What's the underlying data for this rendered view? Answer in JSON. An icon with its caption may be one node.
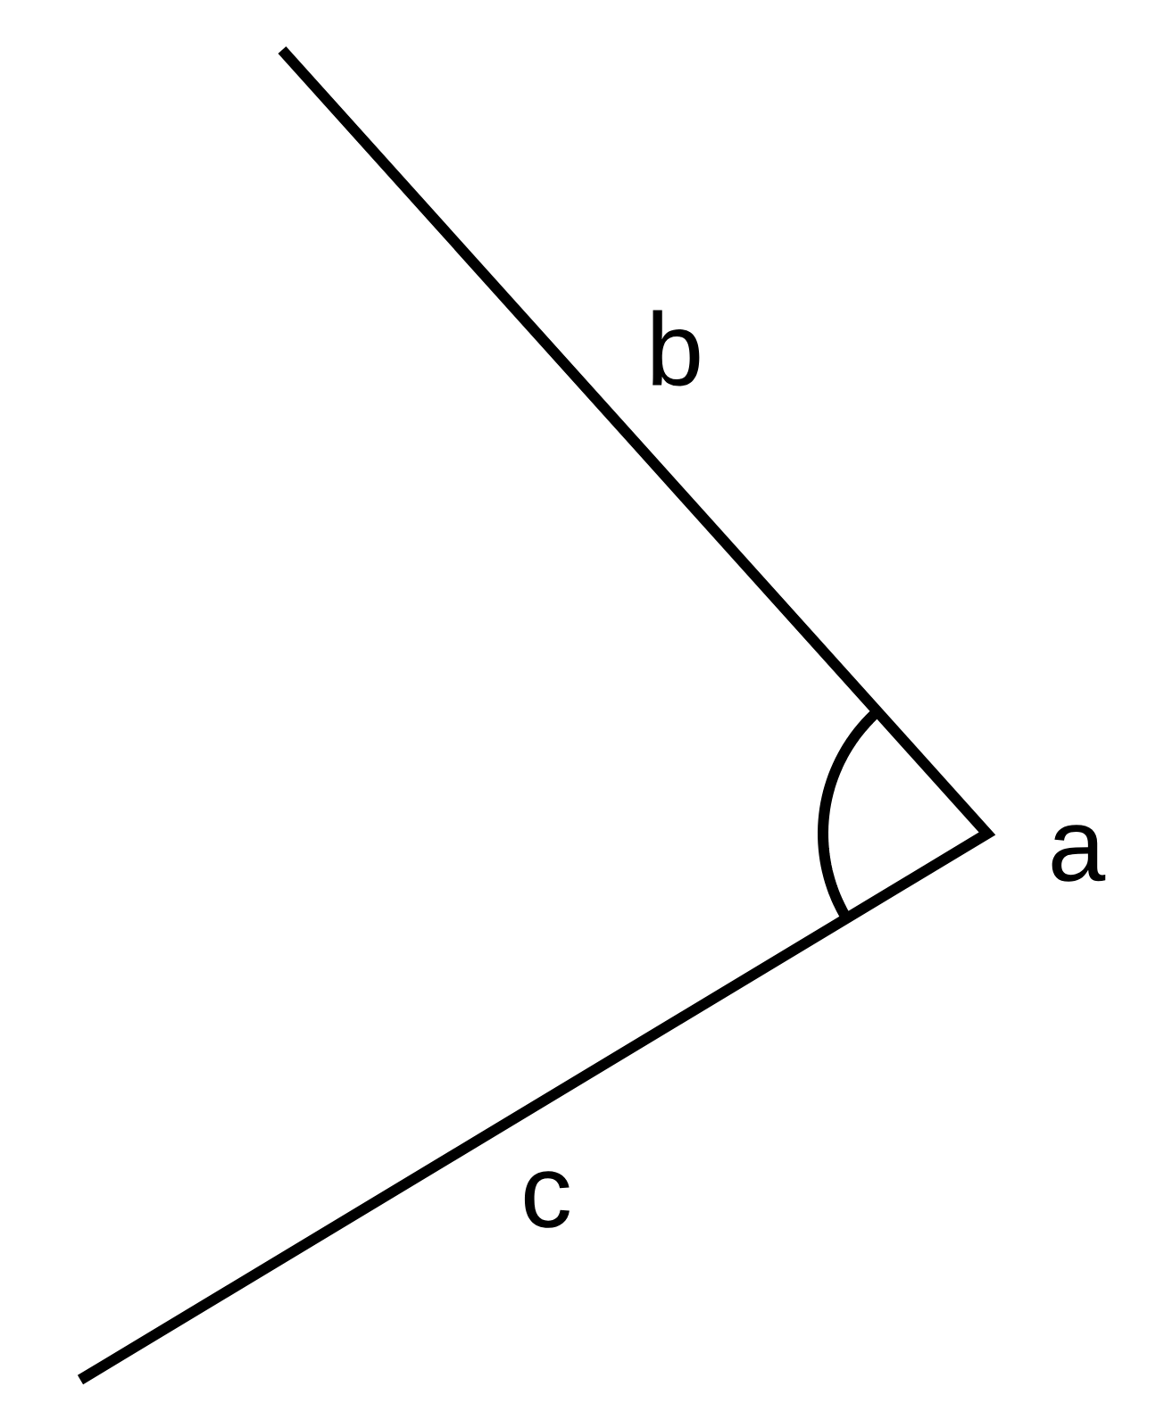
{
  "diagram": {
    "labels": [
      "b",
      "a",
      "c"
    ]
  }
}
